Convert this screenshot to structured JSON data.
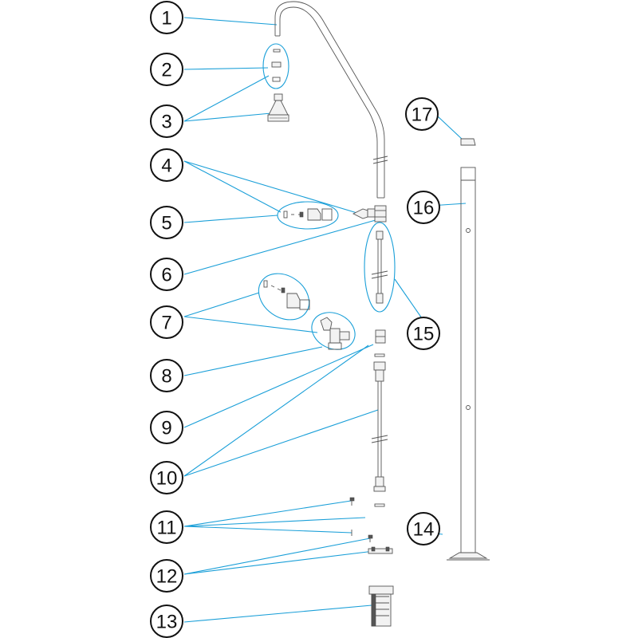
{
  "callouts": [
    {
      "id": "1",
      "label": "1"
    },
    {
      "id": "2",
      "label": "2"
    },
    {
      "id": "3",
      "label": "3"
    },
    {
      "id": "4",
      "label": "4"
    },
    {
      "id": "5",
      "label": "5"
    },
    {
      "id": "6",
      "label": "6"
    },
    {
      "id": "7",
      "label": "7"
    },
    {
      "id": "8",
      "label": "8"
    },
    {
      "id": "9",
      "label": "9"
    },
    {
      "id": "10",
      "label": "10"
    },
    {
      "id": "11",
      "label": "11"
    },
    {
      "id": "12",
      "label": "12"
    },
    {
      "id": "13",
      "label": "13"
    },
    {
      "id": "14",
      "label": "14"
    },
    {
      "id": "15",
      "label": "15"
    },
    {
      "id": "16",
      "label": "16"
    },
    {
      "id": "17",
      "label": "17"
    }
  ],
  "colors": {
    "leader": "#1a9fd8",
    "part_stroke": "#555555",
    "callout_stroke": "#111111"
  }
}
